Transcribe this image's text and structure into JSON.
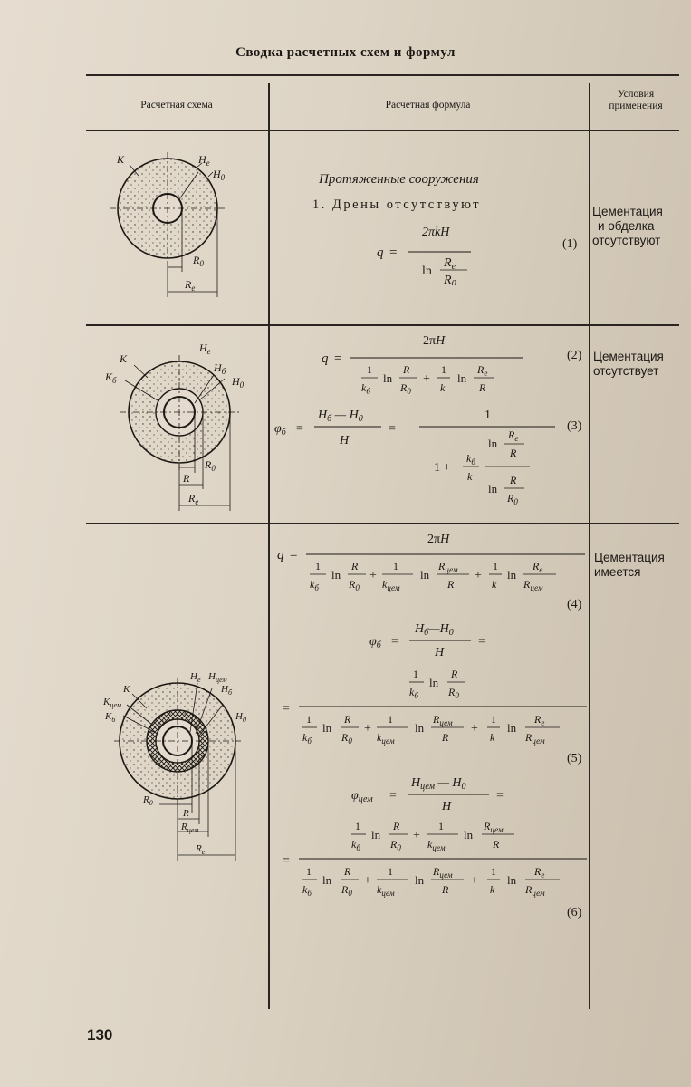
{
  "title": "Сводка расчетных схем и формул",
  "headers": {
    "scheme": "Расчетная схема",
    "formula": "Расчетная формула",
    "conditions_line1": "Условия",
    "conditions_line2": "применения"
  },
  "section": {
    "heading": "Протяженные сооружения",
    "subheading": "1. Дрены отсутствуют"
  },
  "rows": [
    {
      "condition_lines": [
        "Цементация",
        "и обделка",
        "отсутствуют"
      ],
      "diagram_labels": [
        "K",
        "He",
        "H0",
        "R0",
        "Re"
      ],
      "equation_numbers": [
        "(1)"
      ]
    },
    {
      "condition_lines": [
        "Цементация",
        "отсутствует"
      ],
      "diagram_labels": [
        "K",
        "He",
        "Kб",
        "Hб",
        "H0",
        "R0",
        "R",
        "Re"
      ],
      "equation_numbers": [
        "(2)",
        "(3)"
      ]
    },
    {
      "condition_lines": [
        "Цементация",
        "имеется"
      ],
      "diagram_labels": [
        "He",
        "Hцем",
        "K",
        "Hб",
        "Kцем",
        "Kб",
        "H0",
        "R0",
        "R",
        "Rцем",
        "Re"
      ],
      "equation_numbers": [
        "(4)",
        "(5)",
        "(6)"
      ]
    }
  ],
  "page_number": "130"
}
